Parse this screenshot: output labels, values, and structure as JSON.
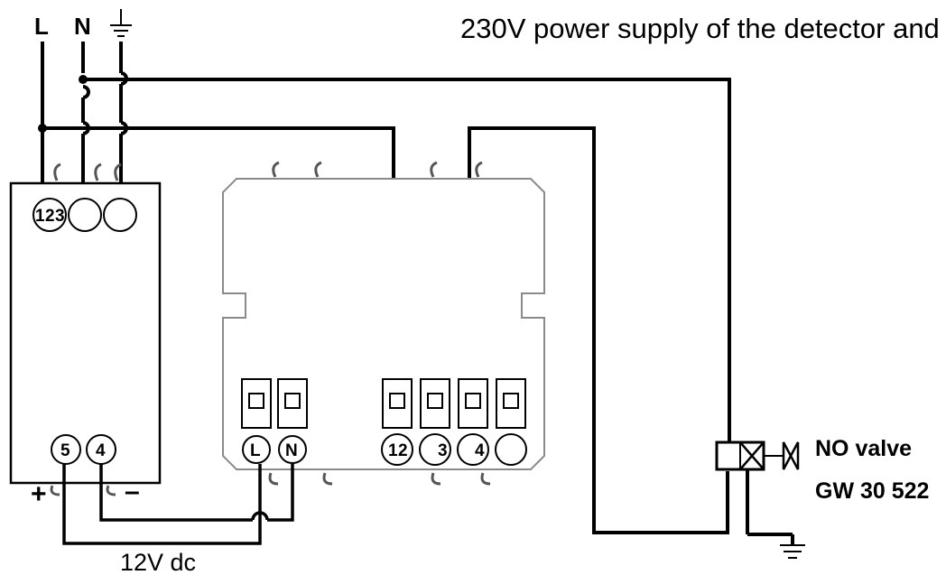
{
  "header": {
    "label_L": "L",
    "label_N": "N",
    "title": "230V power supply of the detector and"
  },
  "power_supply": {
    "terminal_top_1": "1",
    "terminal_top_2": "2",
    "terminal_top_3": "3",
    "terminal_bottom_5": "5",
    "terminal_bottom_4": "4",
    "plus": "+",
    "minus": "–"
  },
  "detector": {
    "terminal_L": "L",
    "terminal_N": "N",
    "terminal_1": "1",
    "terminal_2": "2",
    "terminal_3": "3",
    "terminal_4": "4"
  },
  "bottom_label": "12V dc",
  "valve": {
    "line1": "NO valve",
    "line2": "GW 30 522"
  },
  "icons": [
    "ground-icon",
    "valve-icon"
  ]
}
